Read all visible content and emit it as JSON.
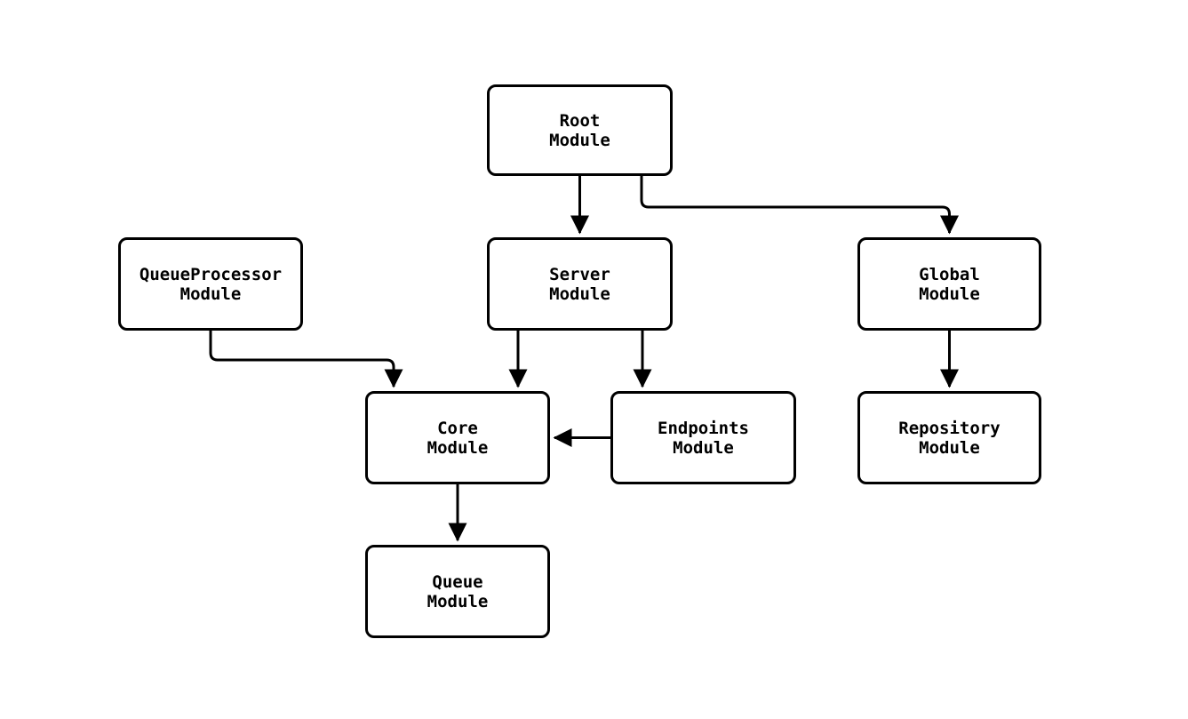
{
  "diagram": {
    "type": "module-dependency-graph",
    "background_color": "#ffffff",
    "stroke_color": "#000000",
    "node_fill_color": "#ffffff",
    "nodes": {
      "root": {
        "label": "Root\nModule"
      },
      "queue_processor": {
        "label": "QueueProcessor\nModule"
      },
      "server": {
        "label": "Server\nModule"
      },
      "global": {
        "label": "Global\nModule"
      },
      "core": {
        "label": "Core\nModule"
      },
      "endpoints": {
        "label": "Endpoints\nModule"
      },
      "repository": {
        "label": "Repository\nModule"
      },
      "queue": {
        "label": "Queue\nModule"
      }
    },
    "edges": [
      {
        "from": "Root Module",
        "to": "Server Module"
      },
      {
        "from": "Root Module",
        "to": "Global Module"
      },
      {
        "from": "QueueProcessor Module",
        "to": "Core Module"
      },
      {
        "from": "Server Module",
        "to": "Core Module"
      },
      {
        "from": "Server Module",
        "to": "Endpoints Module"
      },
      {
        "from": "Endpoints Module",
        "to": "Core Module"
      },
      {
        "from": "Core Module",
        "to": "Queue Module"
      },
      {
        "from": "Global Module",
        "to": "Repository Module"
      }
    ]
  }
}
